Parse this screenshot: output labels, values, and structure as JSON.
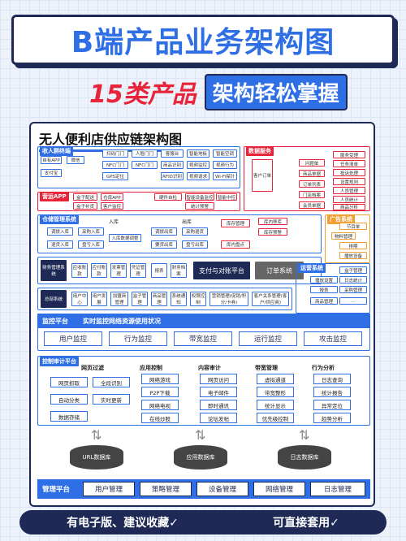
{
  "title_main": "B端产品业务架构图",
  "title_sub_red": "15类产品",
  "title_sub_blue": "架构轻松掌握",
  "sheet_title": "无人便利店供应链架构图",
  "bottom_left": "有电子版、建议收藏✓",
  "bottom_right": "可直接套用✓",
  "sec_app": {
    "label": "收人群终端",
    "row1": [
      "自有APP",
      "微信",
      "扫码门门",
      "人脸门门",
      "客服台",
      "智能地板",
      "智能空调"
    ],
    "row2": [
      "支付宝",
      "NFC门门",
      "NFC门门",
      "商品识别",
      "视频监控",
      "视频行为"
    ],
    "row3": [
      "GPS定位",
      "RFID识别",
      "视频请求",
      "Wi-Fi探针"
    ]
  },
  "sec_services": {
    "label": "数据服务",
    "items": [
      "问题单",
      "商品单据",
      "订单列表",
      "门店档案",
      "会员单据",
      "客户订单"
    ],
    "right": [
      "服务受理",
      "任务清单",
      "投诉处理",
      "设置规则",
      "人员管理",
      "人员统计",
      "商品分析"
    ]
  },
  "sec_apps2": {
    "label": "营运APP",
    "items": [
      "盒子配送",
      "盒子补货",
      "仓库APP",
      "客户监控",
      "硬件自检",
      "智能设备监控",
      "智能中控",
      "统计预警"
    ]
  },
  "sec_warehouse": {
    "label": "仓储管理系统",
    "inbound": "入库",
    "outbound": "出库",
    "items": [
      "调拨入库",
      "采购入库",
      "退货入库",
      "盘亏入库",
      "入库数据调整",
      "调拨出库",
      "采购退货",
      "要货出库",
      "盘亏出库",
      "库存管理",
      "库内移库",
      "库存预警",
      "库内盘点"
    ]
  },
  "sec_goods": {
    "label": "广告系统",
    "items": [
      "节目单",
      "物料管理",
      "排期",
      "播放设备"
    ]
  },
  "sec_finance": {
    "label": "财务管理系统",
    "items": [
      "应收账款",
      "应付账款",
      "发票管理",
      "凭证管理",
      "报表",
      "财务档案"
    ],
    "center": "支付与对账平台",
    "order": "订单系统"
  },
  "sec_ops": {
    "label": "运营系统",
    "items": [
      "盒子管理",
      "播放设置",
      "日志统计",
      "报表",
      "采购管理",
      "商品管理",
      "..."
    ]
  },
  "sec_master": {
    "label": "总部系统",
    "items": [
      "用户中心",
      "用户发展",
      "加盟商管理",
      "盒子管理",
      "商品管理",
      "系统通知",
      "权限控制",
      "营销管理(促销/积分/卡券)",
      "客户关系管理(客户/供应商)"
    ]
  },
  "sec_monitor": {
    "label": "监控平台",
    "sublabel": "实时监控网络资源使用状况",
    "items": [
      "用户监控",
      "行为监控",
      "带宽监控",
      "运行监控",
      "攻击监控"
    ]
  },
  "sec_audit": {
    "label": "控制审计平台",
    "groups": [
      {
        "title": "网页过滤",
        "items": [
          "网页抓取",
          "全段识别",
          "自动分类",
          "实时更新",
          "数据存储"
        ]
      },
      {
        "title": "应用控制",
        "items": [
          "网络游戏",
          "P2P下载",
          "网络电视",
          "在线炒股"
        ]
      },
      {
        "title": "内容审计",
        "items": [
          "网页访问",
          "电子邮件",
          "即时通讯",
          "论坛发帖"
        ]
      },
      {
        "title": "带宽管理",
        "items": [
          "虚拟通道",
          "带宽整形",
          "统计显示",
          "优先级控制"
        ]
      },
      {
        "title": "行为分析",
        "items": [
          "日志查询",
          "统计报告",
          "异常定位",
          "趋势分析"
        ]
      }
    ]
  },
  "databases": [
    "URL数据库",
    "应用数据库",
    "日志数据库"
  ],
  "footer": {
    "label": "管理平台",
    "items": [
      "用户管理",
      "策略管理",
      "设备管理",
      "网络管理",
      "日志管理"
    ]
  }
}
